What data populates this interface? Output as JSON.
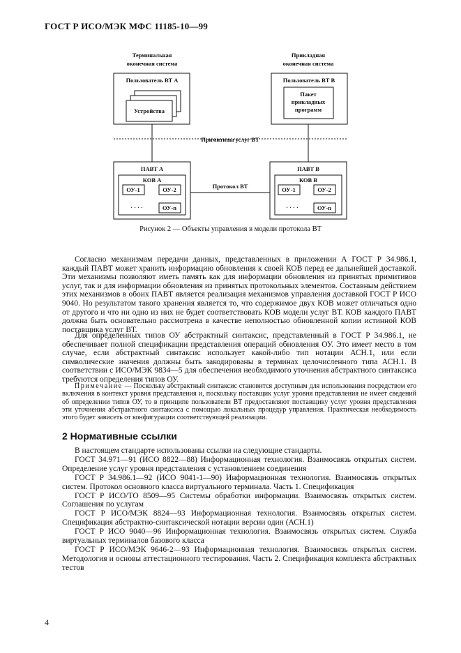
{
  "header": {
    "title": "ГОСТ Р ИСО/МЭК МФС 11185-10—99"
  },
  "figure": {
    "left_system_title_1": "Терминальная",
    "left_system_title_2": "оконечная система",
    "right_system_title_1": "Прикладная",
    "right_system_title_2": "оконечная система",
    "user_a": "Пользователь ВТ А",
    "user_b": "Пользователь ВТ В",
    "devices": "Устройства",
    "package_1": "Пакет",
    "package_2": "прикладных",
    "package_3": "программ",
    "primitives": "Примитивы услуг ВТ",
    "pavt_a": "ПАВТ А",
    "pavt_b": "ПАВТ В",
    "kov_a": "КОВ А",
    "kov_b": "КОВ В",
    "ou1": "ОУ-1",
    "ou2": "ОУ-2",
    "oun": "ОУ-n",
    "dots": "· · · ·",
    "protocol": "Протокол ВТ",
    "caption": "Рисунок 2 — Объекты управления в модели протокола ВТ"
  },
  "body": {
    "p1": "Согласно механизмам передачи данных, представленных в приложении А ГОСТ Р 34.986.1, каждый ПАВТ может хранить информацию обновления к своей КОВ перед ее дальнейшей доставкой. Эти механизмы позволяют иметь память как для информации обновления из принятых примитивов услуг, так и для информации обновления из принятых протокольных элементов. Составным действием этих механизмов в обоих ПАВТ является реализация механизмов управления доставкой ГОСТ Р ИСО 9040. Но результатом такого хранения является то, что содержимое двух КОВ может отличаться одно от другого и что ни одно из них не будет соответствовать КОВ модели услуг ВТ. КОВ каждого ПАВТ должна быть основательно рассмотрена в качестве неполностью обновленной копии истинной КОВ поставщика услуг ВТ.",
    "p2": "Для определенных типов ОУ абстрактный синтаксис, представленный в ГОСТ Р 34.986.1, не обеспечивает полной спецификации представления операций обновления ОУ. Это имеет место в том случае, если абстрактный синтаксис использует какой-либо тип нотации АСН.1, или если символические значения должны быть закодированы в терминах целочисленного типа АСН.1. В соответствии с ИСО/МЭК 9834—5 для обеспечения необходимого уточнения абстрактного синтаксиса требуются определения типов ОУ.",
    "note_label": "Примечание",
    "note_text": "— Поскольку абстрактный синтаксис становится доступным для использования посредством его включения в контекст уровня представления и, поскольку поставщик услуг уровня представления не имеет сведений об определении типов ОУ, то в принципе пользователи ВТ предоставляют поставщику услуг уровня представления эти уточнения абстрактного синтаксиса с помощью локальных процедур управления. Практическая необходимость этого будет зависеть от конфигурации соответствующей реализации."
  },
  "section": {
    "title": "2 Нормативные ссылки",
    "intro": "В настоящем стандарте использованы ссылки на следующие стандарты.",
    "refs": [
      "ГОСТ 34.971—91 (ИСО 8822—88) Информационная технология. Взаимосвязь открытых систем. Определение услуг уровня представления с установлением соединения",
      "ГОСТ Р 34.986.1—92 (ИСО 9041-1—90) Информационная технология. Взаимосвязь открытых систем. Протокол основного класса виртуального терминала. Часть 1. Спецификация",
      "ГОСТ Р ИСО/ТО 8509—95 Системы обработки информации. Взаимосвязь открытых систем. Соглашения по услугам",
      "ГОСТ Р ИСО/МЭК 8824—93 Информационная технология. Взаимосвязь открытых систем. Спецификация абстрактно-синтаксической нотации версии один (АСН.1)",
      "ГОСТ Р ИСО 9040—96 Информационная технология. Взаимосвязь открытых систем. Служба виртуальных терминалов базового класса",
      "ГОСТ Р ИСО/МЭК 9646-2—93 Информационная технология. Взаимосвязь открытых систем. Методология и основы аттестационного тестирования. Часть 2. Спецификация комплекта абстрактных тестов"
    ]
  },
  "footer": {
    "page_number": "4"
  }
}
